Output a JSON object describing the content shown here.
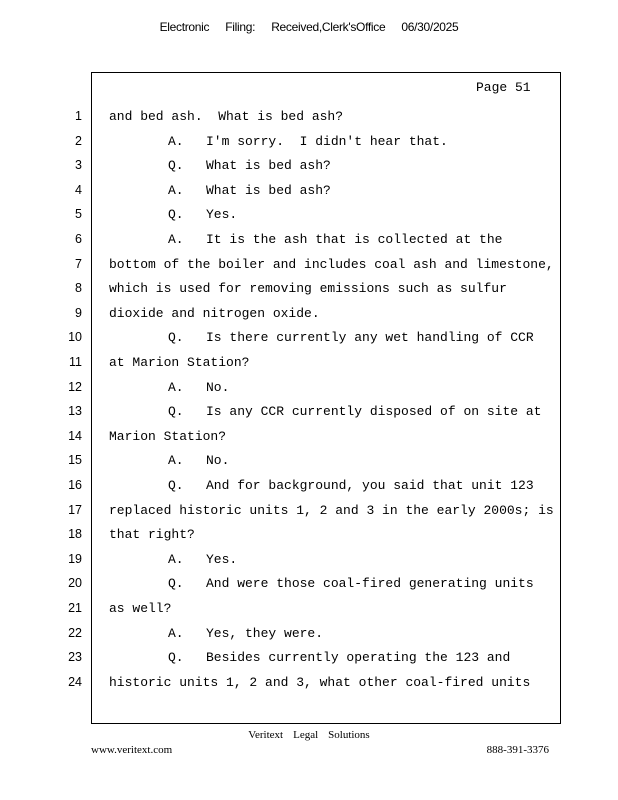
{
  "header": {
    "electronic": "Electronic",
    "filing": "Filing:",
    "received": "Received,Clerk'sOffice",
    "date": "06/30/2025"
  },
  "page_label": "Page 51",
  "lines": [
    {
      "num": "1",
      "speaker": "",
      "text": "and bed ash.  What is bed ash?"
    },
    {
      "num": "2",
      "speaker": "A.",
      "text": "I'm sorry.  I didn't hear that."
    },
    {
      "num": "3",
      "speaker": "Q.",
      "text": "What is bed ash?"
    },
    {
      "num": "4",
      "speaker": "A.",
      "text": "What is bed ash?"
    },
    {
      "num": "5",
      "speaker": "Q.",
      "text": "Yes."
    },
    {
      "num": "6",
      "speaker": "A.",
      "text": "It is the ash that is collected at the"
    },
    {
      "num": "7",
      "speaker": "",
      "text": "bottom of the boiler and includes coal ash and limestone,"
    },
    {
      "num": "8",
      "speaker": "",
      "text": "which is used for removing emissions such as sulfur"
    },
    {
      "num": "9",
      "speaker": "",
      "text": "dioxide and nitrogen oxide."
    },
    {
      "num": "10",
      "speaker": "Q.",
      "text": "Is there currently any wet handling of CCR"
    },
    {
      "num": "11",
      "speaker": "",
      "text": "at Marion Station?"
    },
    {
      "num": "12",
      "speaker": "A.",
      "text": "No."
    },
    {
      "num": "13",
      "speaker": "Q.",
      "text": "Is any CCR currently disposed of on site at"
    },
    {
      "num": "14",
      "speaker": "",
      "text": "Marion Station?"
    },
    {
      "num": "15",
      "speaker": "A.",
      "text": "No."
    },
    {
      "num": "16",
      "speaker": "Q.",
      "text": "And for background, you said that unit 123"
    },
    {
      "num": "17",
      "speaker": "",
      "text": "replaced historic units 1, 2 and 3 in the early 2000s; is"
    },
    {
      "num": "18",
      "speaker": "",
      "text": "that right?"
    },
    {
      "num": "19",
      "speaker": "A.",
      "text": "Yes."
    },
    {
      "num": "20",
      "speaker": "Q.",
      "text": "And were those coal-fired generating units"
    },
    {
      "num": "21",
      "speaker": "",
      "text": "as well?"
    },
    {
      "num": "22",
      "speaker": "A.",
      "text": "Yes, they were."
    },
    {
      "num": "23",
      "speaker": "Q.",
      "text": "Besides currently operating the 123 and"
    },
    {
      "num": "24",
      "speaker": "",
      "text": "historic units 1, 2 and 3, what other coal-fired units"
    }
  ],
  "footer": {
    "company_1": "Veritext",
    "company_2": "Legal",
    "company_3": "Solutions",
    "website": "www.veritext.com",
    "phone": "888-391-3376"
  }
}
